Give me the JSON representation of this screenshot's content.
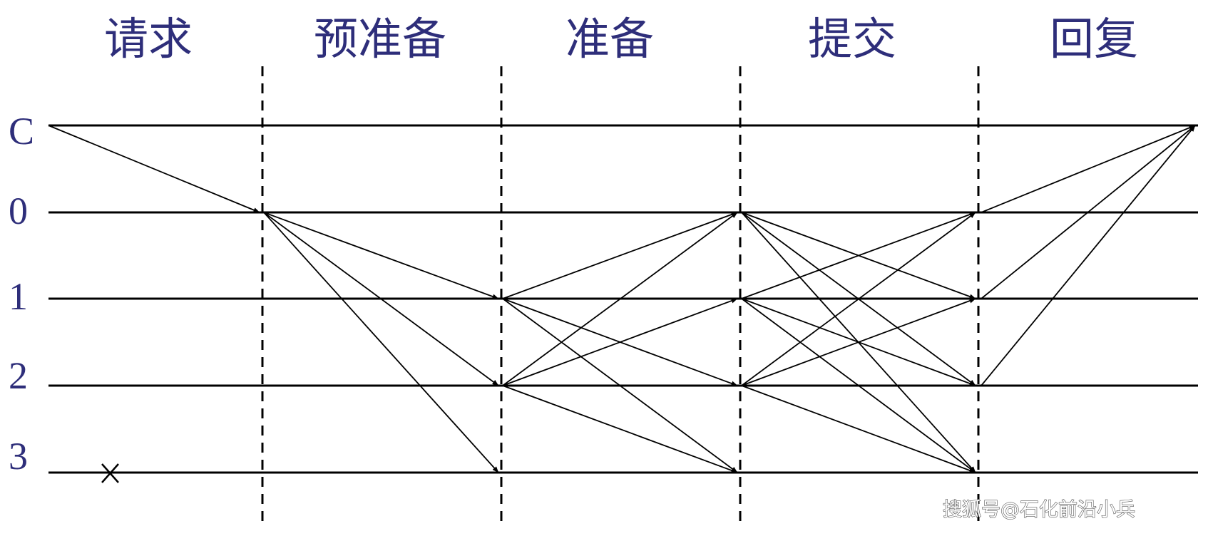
{
  "diagram": {
    "phases": [
      "请求",
      "预准备",
      "准备",
      "提交",
      "回复"
    ],
    "nodes": [
      "C",
      "0",
      "1",
      "2",
      "3"
    ],
    "crashed_node": "3",
    "crash_mark": "X",
    "messages": {
      "request": [
        [
          "C",
          "0"
        ]
      ],
      "pre_prepare": [
        [
          "0",
          "1"
        ],
        [
          "0",
          "2"
        ],
        [
          "0",
          "3"
        ]
      ],
      "prepare": [
        [
          "1",
          "0"
        ],
        [
          "1",
          "2"
        ],
        [
          "1",
          "3"
        ],
        [
          "2",
          "0"
        ],
        [
          "2",
          "1"
        ],
        [
          "2",
          "3"
        ]
      ],
      "commit": [
        [
          "0",
          "1"
        ],
        [
          "0",
          "2"
        ],
        [
          "0",
          "3"
        ],
        [
          "1",
          "0"
        ],
        [
          "1",
          "2"
        ],
        [
          "1",
          "3"
        ],
        [
          "2",
          "0"
        ],
        [
          "2",
          "1"
        ],
        [
          "2",
          "3"
        ]
      ],
      "reply": [
        [
          "0",
          "C"
        ],
        [
          "1",
          "C"
        ],
        [
          "2",
          "C"
        ]
      ]
    },
    "colors": {
      "text": "#2e2e7a",
      "line": "#000000"
    }
  },
  "watermark": "搜狐号@石化前沿小兵"
}
